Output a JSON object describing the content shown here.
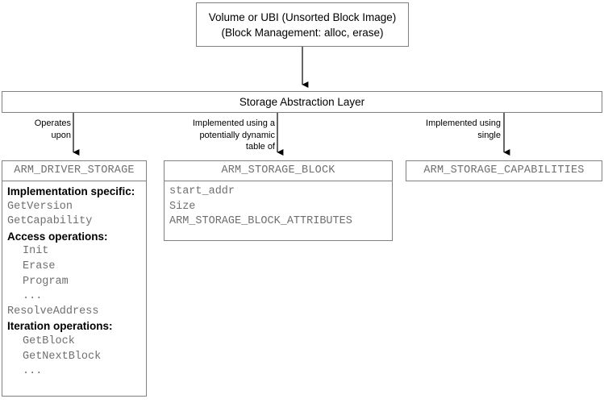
{
  "diagram": {
    "title": "ARM Storage Abstraction Layer class diagram",
    "colors": {
      "box_border": "#808080",
      "mono_text": "#6f6f6f",
      "text": "#000000",
      "background": "#ffffff",
      "arrow": "#000000"
    },
    "nodes": {
      "volume": {
        "name": "volume-ubi-node",
        "lines": [
          "Volume or UBI (Unsorted Block Image)",
          "(Block Management: alloc, erase)"
        ]
      },
      "sal": {
        "name": "storage-abstraction-layer-node",
        "label": "Storage Abstraction Layer"
      },
      "driver_storage": {
        "name": "arm-driver-storage-class",
        "header": "ARM_DRIVER_STORAGE",
        "rows": [
          {
            "kind": "section",
            "text": "Implementation specific:",
            "indent": false
          },
          {
            "kind": "member",
            "text": "GetVersion",
            "indent": false
          },
          {
            "kind": "member",
            "text": "GetCapability",
            "indent": false
          },
          {
            "kind": "section",
            "text": "Access operations:",
            "indent": false
          },
          {
            "kind": "member",
            "text": "Init",
            "indent": true
          },
          {
            "kind": "member",
            "text": "Erase",
            "indent": true
          },
          {
            "kind": "member",
            "text": "Program",
            "indent": true
          },
          {
            "kind": "member",
            "text": "...",
            "indent": true
          },
          {
            "kind": "member",
            "text": "ResolveAddress",
            "indent": false
          },
          {
            "kind": "section",
            "text": "Iteration operations:",
            "indent": false
          },
          {
            "kind": "member",
            "text": "GetBlock",
            "indent": true
          },
          {
            "kind": "member",
            "text": "GetNextBlock",
            "indent": true
          },
          {
            "kind": "member",
            "text": "...",
            "indent": true
          }
        ]
      },
      "storage_block": {
        "name": "arm-storage-block-class",
        "header": "ARM_STORAGE_BLOCK",
        "rows": [
          {
            "kind": "member",
            "text": "start_addr",
            "indent": false
          },
          {
            "kind": "member",
            "text": "Size",
            "indent": false
          },
          {
            "kind": "member",
            "text": "ARM_STORAGE_BLOCK_ATTRIBUTES",
            "indent": false
          }
        ]
      },
      "storage_capabilities": {
        "name": "arm-storage-capabilities-class",
        "header": "ARM_STORAGE_CAPABILITIES",
        "rows": []
      }
    },
    "edges": [
      {
        "name": "edge-volume-to-sal",
        "from": "volume",
        "to": "sal",
        "label": ""
      },
      {
        "name": "edge-sal-to-driver-storage",
        "from": "sal",
        "to": "driver_storage",
        "label": "Operates\nupon"
      },
      {
        "name": "edge-sal-to-storage-block",
        "from": "sal",
        "to": "storage_block",
        "label": "Implemented using a\npotentially dynamic\ntable of"
      },
      {
        "name": "edge-sal-to-storage-capabilities",
        "from": "sal",
        "to": "storage_capabilities",
        "label": "Implemented using\nsingle"
      }
    ]
  }
}
